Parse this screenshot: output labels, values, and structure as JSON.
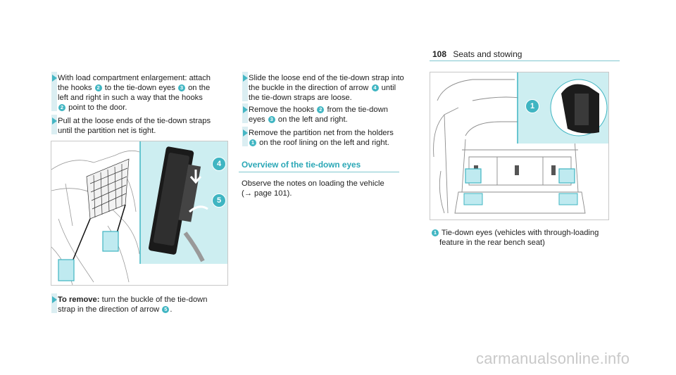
{
  "header": {
    "page_number": "108",
    "section": "Seats and stowing"
  },
  "col1": {
    "step1": {
      "t1": "With load compartment enlargement: attach",
      "t2a": "the hooks",
      "n2": "2",
      "t2b": "to the tie-down eyes",
      "n3": "3",
      "t2c": "on the",
      "t3": "left and right in such a way that the hooks",
      "n4": "2",
      "t4": "point to the door."
    },
    "step2": {
      "t1": "Pull at the loose ends of the tie-down straps",
      "t2": "until the partition net is tight."
    },
    "step3": {
      "bold": "To remove:",
      "t1": "turn the buckle of the tie-down",
      "t2a": "strap in the direction of arrow",
      "n5": "5",
      "t2b": "."
    },
    "figure_callouts": [
      "4",
      "5"
    ]
  },
  "col2": {
    "step1": {
      "t1": "Slide the loose end of the tie-down strap into",
      "t2a": "the buckle in the direction of arrow",
      "n4": "4",
      "t2b": "until",
      "t3": "the tie-down straps are loose."
    },
    "step2": {
      "t1a": "Remove the hooks",
      "n2": "2",
      "t1b": "from the tie-down",
      "t2a": "eyes",
      "n3": "3",
      "t2b": "on the left and right."
    },
    "step3": {
      "t1": "Remove the partition net from the holders",
      "n1": "1",
      "t2": "on the roof lining on the left and right."
    },
    "section_title": "Overview of the tie-down eyes",
    "para": {
      "l1": "Observe the notes on loading the vehicle",
      "l2": "(→ page 101)."
    }
  },
  "col3": {
    "figure_callout": "1",
    "caption": {
      "n1": "1",
      "l1": "Tie-down eyes (vehicles with through-loading",
      "l2": "feature in the rear bench seat)"
    }
  },
  "watermark": "carmanualsonline.info",
  "colors": {
    "accent": "#3fb5c2",
    "callout_bg": "#cdeef1",
    "highlight_bar": "#dbeef2"
  }
}
